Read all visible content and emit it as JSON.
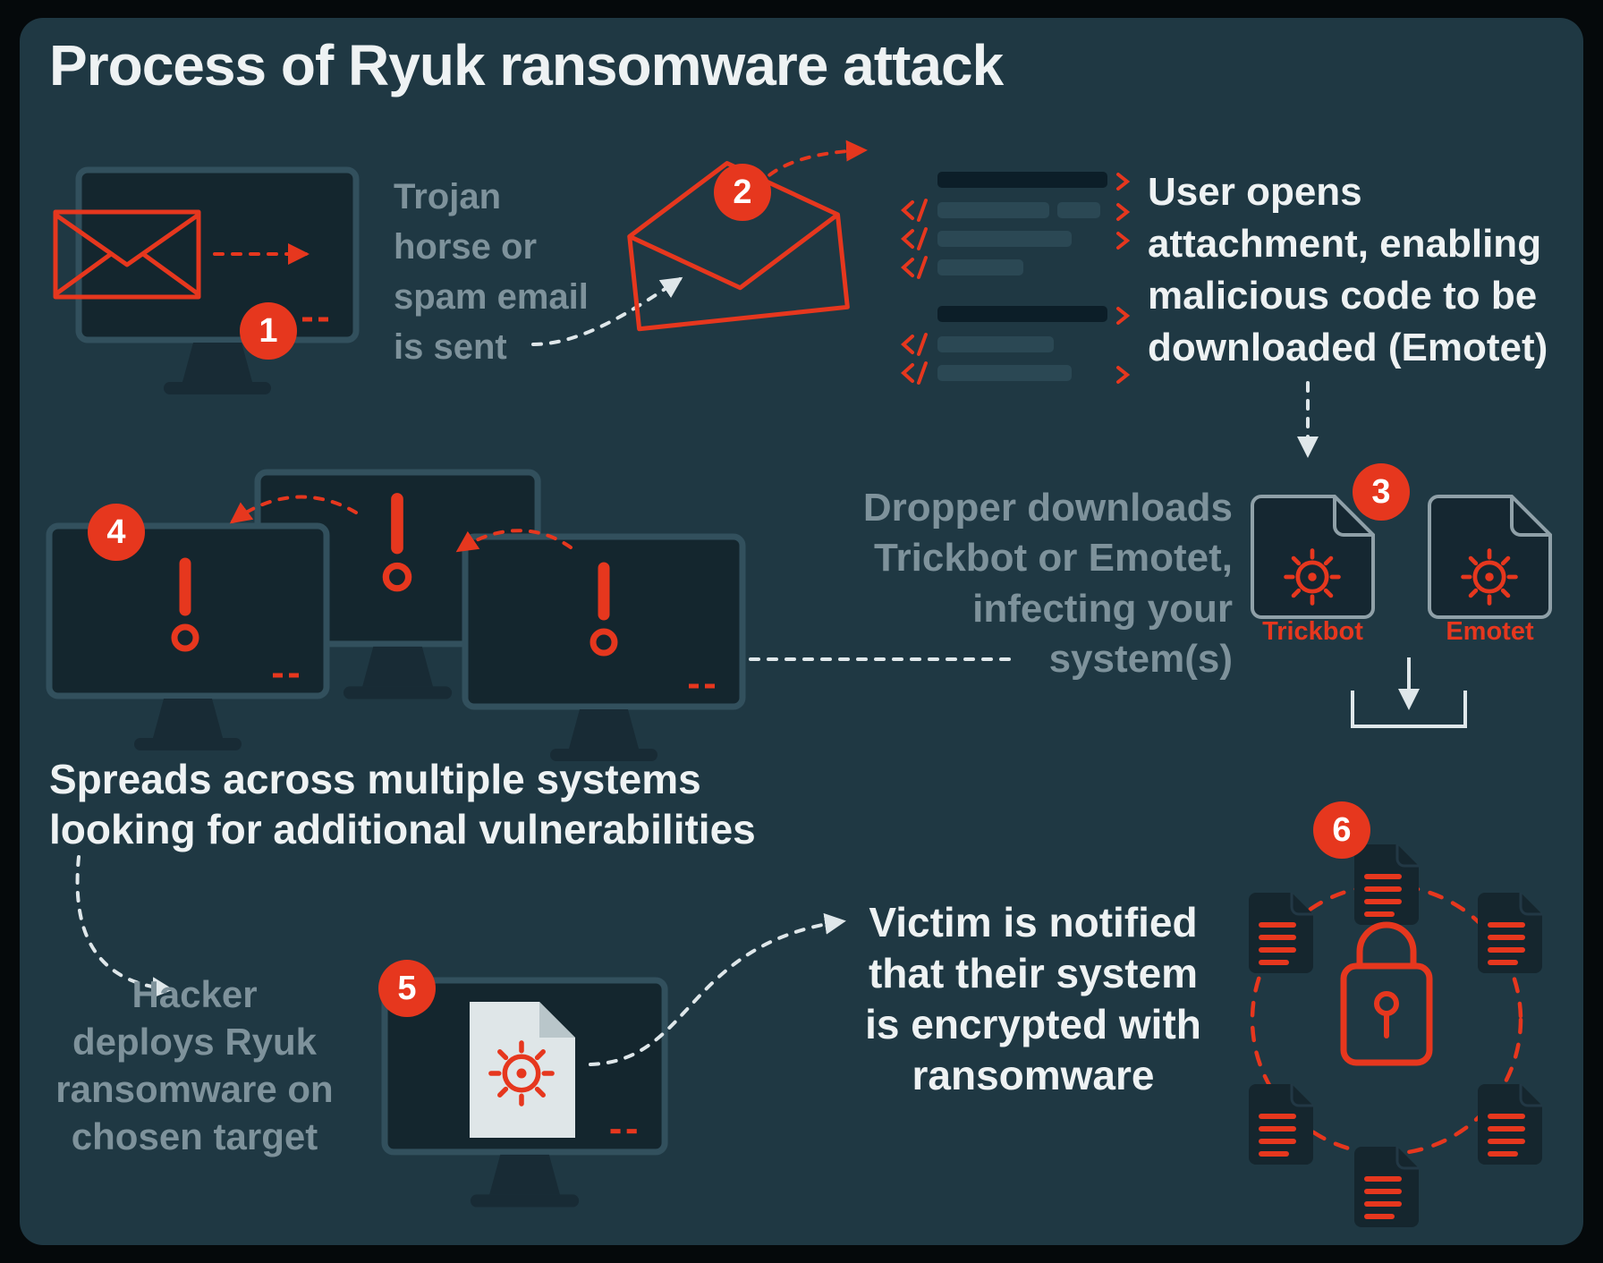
{
  "title": "Process of Ryuk ransomware attack",
  "colors": {
    "panel_background": "#1f3843",
    "accent_red": "#e6371e",
    "text_white": "#eef2f3",
    "text_gray": "#7e929b"
  },
  "steps": [
    {
      "num": "1",
      "caption": "Trojan\nhorse or\nspam email\nis sent"
    },
    {
      "num": "2",
      "caption": "User opens\nattachment, enabling\nmalicious code to be\ndownloaded (Emotet)"
    },
    {
      "num": "3",
      "caption": "Dropper downloads\nTrickbot or Emotet,\ninfecting your\nsystem(s)",
      "files": [
        {
          "label": "Trickbot"
        },
        {
          "label": "Emotet"
        }
      ]
    },
    {
      "num": "4",
      "caption": "Spreads across multiple systems\nlooking for additional vulnerabilities"
    },
    {
      "num": "5",
      "caption": "Hacker\ndeploys Ryuk\nransomware on\nchosen target"
    },
    {
      "num": "6",
      "caption": "Victim is notified\nthat their system\nis encrypted with\nransomware"
    }
  ]
}
